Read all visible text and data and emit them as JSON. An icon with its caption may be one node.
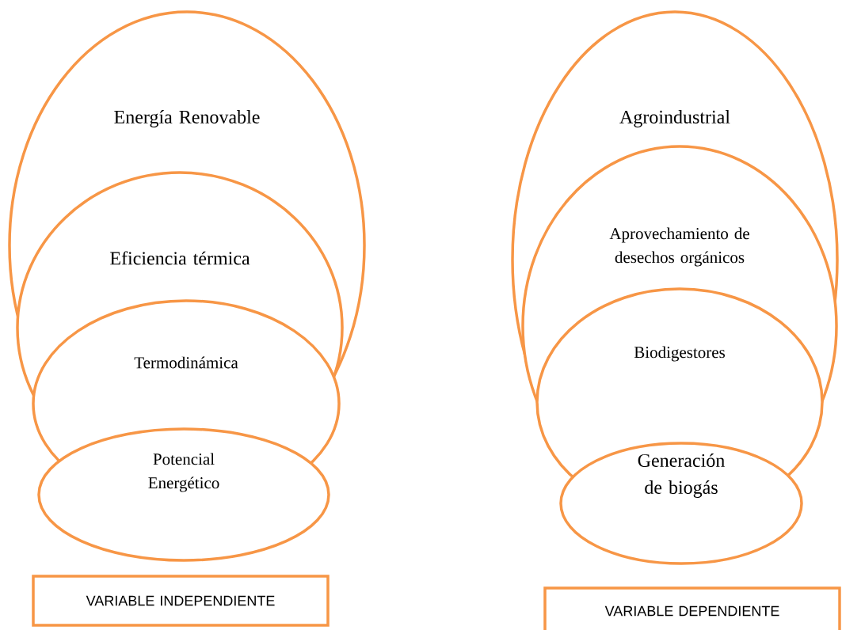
{
  "diagram": {
    "nodes": [
      {
        "text": [
          "Energía Renovable"
        ]
      },
      {
        "text": [
          "Eficiencia térmica"
        ],
        "in": 0
      },
      {
        "text": [
          "Termodinámica"
        ]
      },
      {
        "text": [
          "Potencial Energético"
        ]
      },
      {
        "text": [
          "Agroindustrial"
        ]
      },
      {
        "text": [
          "Aprovechamiento de desechos orgánicos"
        ],
        "in": 4
      },
      {
        "text": [
          "Biodigestores"
        ],
        "in": 5
      },
      {
        "text": [
          "Generación de biogás"
        ]
      },
      {
        "text": [
          "VARIABLE INDEPENDIENTE"
        ]
      },
      {
        "text": [
          "VARIABLE DEPENDIENTE"
        ]
      }
    ],
    "edges": []
  }
}
